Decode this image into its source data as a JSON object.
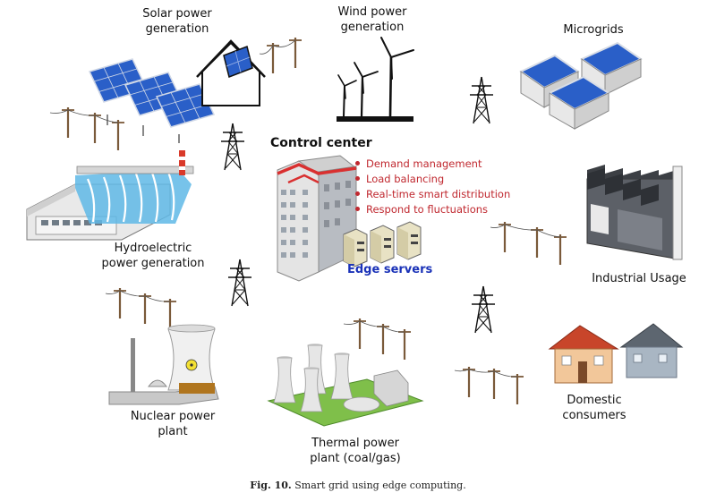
{
  "labels": {
    "solar": "Solar power\ngeneration",
    "wind": "Wind power\ngeneration",
    "microgrids": "Microgrids",
    "hydro": "Hydroelectric\npower generation",
    "industrial": "Industrial Usage",
    "nuclear": "Nuclear power\nplant",
    "thermal": "Thermal power\nplant (coal/gas)",
    "domestic": "Domestic\nconsumers"
  },
  "control_center": {
    "title": "Control center",
    "functions": [
      "Demand management",
      "Load balancing",
      "Real-time smart distribution",
      "Respond to fluctuations"
    ],
    "edge_label": "Edge servers"
  },
  "caption": {
    "prefix": "Fig. 10.",
    "text": "Smart grid using edge computing."
  },
  "colors": {
    "accent_red": "#c0282f",
    "edge_blue": "#1a32b8",
    "solar_blue": "#2a5fc8",
    "roof_red": "#c8452a"
  }
}
